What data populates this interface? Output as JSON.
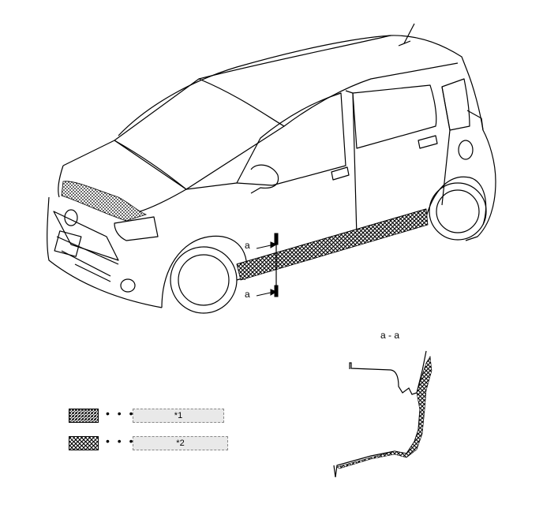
{
  "section_label": "a - a",
  "arrow_top_label": "a",
  "arrow_bottom_label": "a",
  "legend": [
    {
      "pattern": "light-dotted",
      "dots": "• • •",
      "text": "*1"
    },
    {
      "pattern": "dark-crosshatch",
      "dots": "• • •",
      "text": "*2"
    }
  ],
  "colors": {
    "line": "#000000",
    "box_fill": "#e9e9e9"
  }
}
